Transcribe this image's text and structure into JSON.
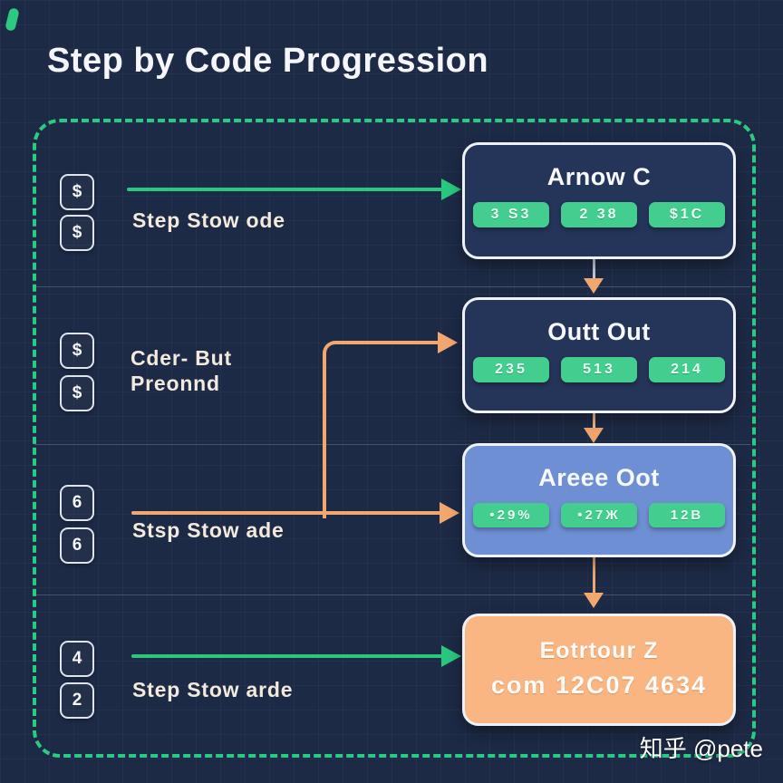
{
  "title": "Step by Code Progression",
  "watermark": "知乎 @pete",
  "colors": {
    "background": "#1d2a45",
    "container_border_green": "#2bc981",
    "arrow_green": "#29c87e",
    "arrow_orange": "#f2a76f",
    "chip_green": "#43ce90",
    "node_dark": "#253459",
    "node_blue": "#6e8fd3",
    "node_orange": "#f9b683"
  },
  "rows": [
    {
      "badges": [
        "$",
        "$"
      ],
      "label": "Step Stow ode",
      "label_line2": "",
      "arrow": "green-right"
    },
    {
      "badges": [
        "$",
        "$"
      ],
      "label": "Cder- But",
      "label_line2": "Preonnd",
      "arrow": "orange-elbow"
    },
    {
      "badges": [
        "6",
        "6"
      ],
      "label": "Stsp Stow ade",
      "label_line2": "",
      "arrow": "orange-right"
    },
    {
      "badges": [
        "4",
        "2"
      ],
      "label": "Step Stow arde",
      "label_line2": "",
      "arrow": "green-right"
    }
  ],
  "boxes": [
    {
      "title": "Arnow C",
      "badges": [
        "3 S3",
        "2 38",
        "$1C"
      ],
      "variant": "dark"
    },
    {
      "title": "Outt Out",
      "badges": [
        "235",
        "513",
        "214"
      ],
      "variant": "dark"
    },
    {
      "title": "Areee Oot",
      "badges": [
        "•29%",
        "•27Ж",
        "12B"
      ],
      "variant": "blue"
    },
    {
      "title": "Eotrtour Z",
      "subtitle": "com 12C07 4634",
      "variant": "orange"
    }
  ]
}
